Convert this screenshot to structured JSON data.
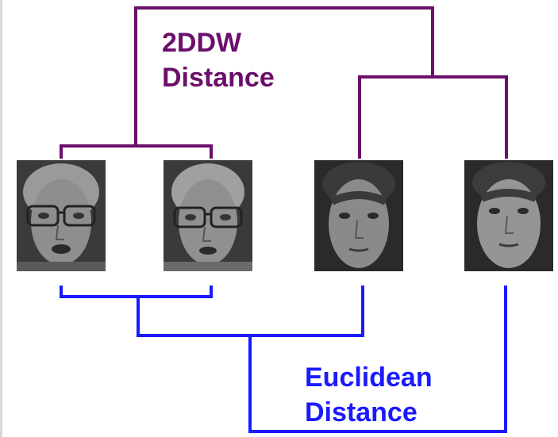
{
  "top_cluster": {
    "label_line1": "2DDW",
    "label_line2": "Distance",
    "color": "#6b0f6b"
  },
  "bottom_cluster": {
    "label_line1": "Euclidean",
    "label_line2": "Distance",
    "color": "#1a1aff"
  },
  "faces": [
    {
      "name": "face-1",
      "hair": "gray",
      "glasses": true
    },
    {
      "name": "face-2",
      "hair": "gray",
      "glasses": true
    },
    {
      "name": "face-3",
      "hair": "dark",
      "glasses": false
    },
    {
      "name": "face-4",
      "hair": "dark",
      "glasses": false
    }
  ]
}
